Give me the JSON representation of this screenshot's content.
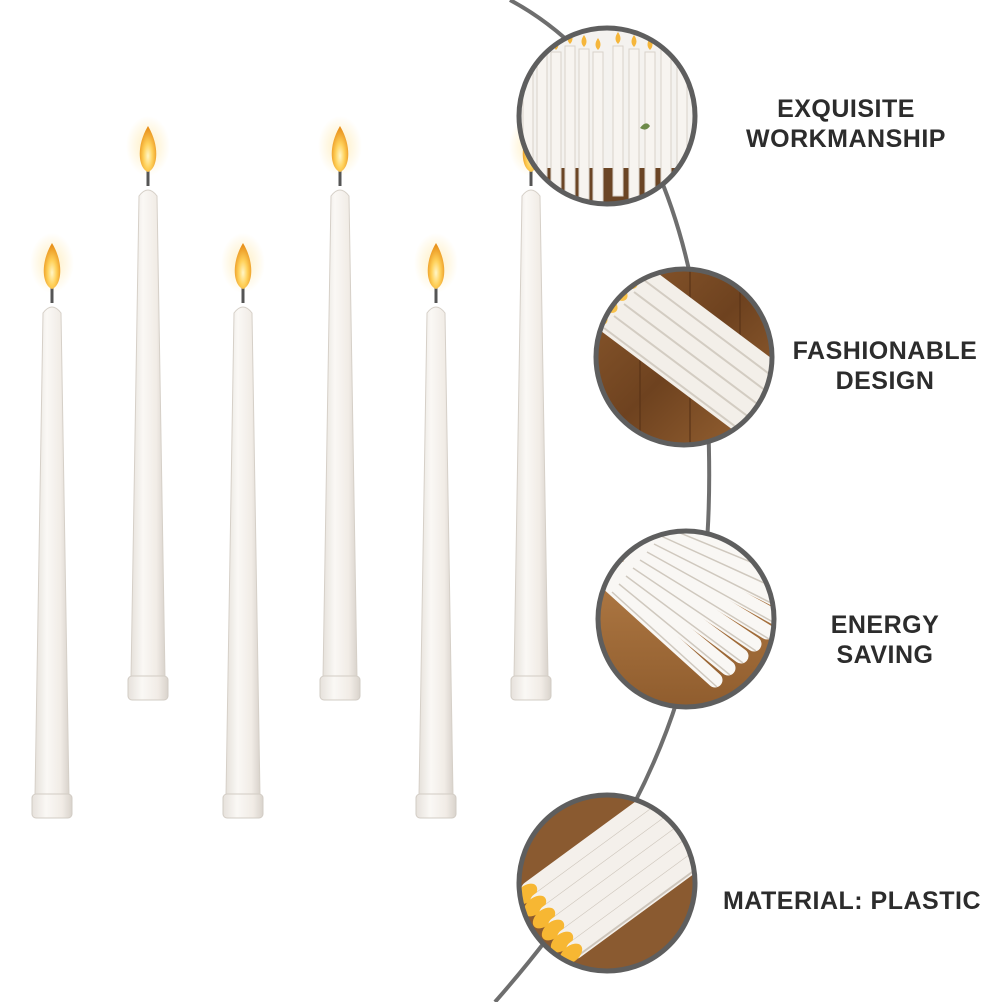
{
  "features": [
    {
      "lines": [
        "EXQUISITE",
        "WORKMANSHIP"
      ],
      "photo": "candles-upright-photo"
    },
    {
      "lines": [
        "FASHIONABLE",
        "DESIGN"
      ],
      "photo": "candles-diagonal-lit-photo"
    },
    {
      "lines": [
        "ENERGY",
        "SAVING"
      ],
      "photo": "candles-bundle-unlit-photo"
    },
    {
      "lines": [
        "MATERIAL: PLASTIC"
      ],
      "photo": "candle-tips-closeup-photo"
    }
  ],
  "colors": {
    "flame": "#f7b733",
    "candle": "#f3efea",
    "wood": "#7a4a24",
    "ring": "#666666",
    "text": "#2c2c2c"
  }
}
